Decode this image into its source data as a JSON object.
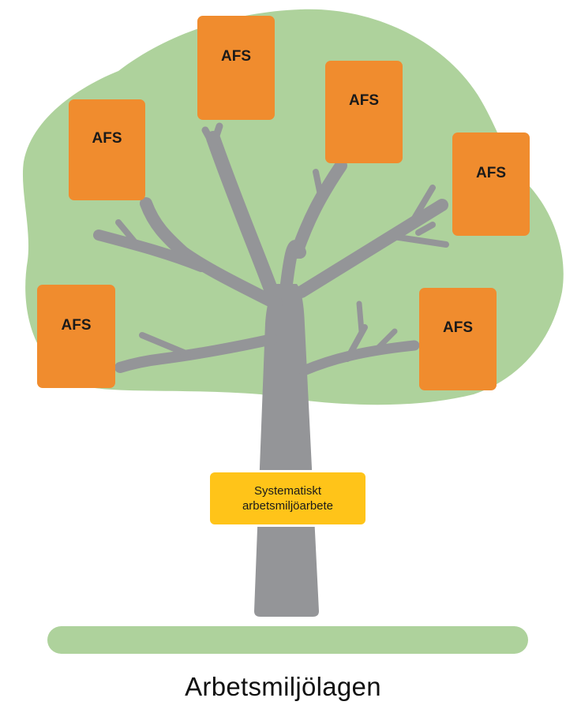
{
  "colors": {
    "canopy": "#aed29c",
    "trunk": "#949598",
    "card": "#f08c2e",
    "label_bg": "#ffc419",
    "ground": "#aed29c"
  },
  "cards": [
    {
      "label": "AFS"
    },
    {
      "label": "AFS"
    },
    {
      "label": "AFS"
    },
    {
      "label": "AFS"
    },
    {
      "label": "AFS"
    },
    {
      "label": "AFS"
    }
  ],
  "trunk_label": {
    "line1": "Systematiskt",
    "line2": "arbetsmiljöarbete"
  },
  "caption": "Arbetsmiljölagen"
}
